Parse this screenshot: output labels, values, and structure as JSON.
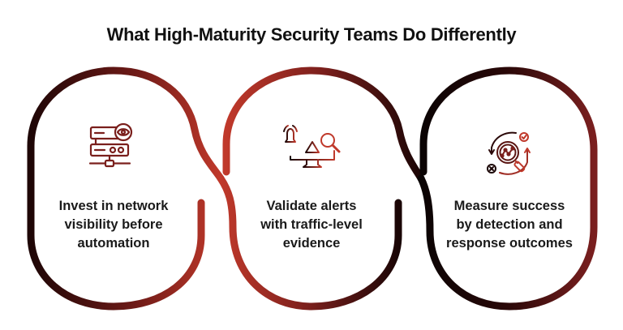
{
  "title": "What High-Maturity Security Teams Do Differently",
  "colors": {
    "dark": "#2a0808",
    "red": "#c0392b",
    "black": "#0d0606",
    "maroon": "#7a1f1f"
  },
  "steps": [
    {
      "icon": "server-eye-icon",
      "lines": [
        "Invest in network",
        "visibility before",
        "automation"
      ]
    },
    {
      "icon": "monitor-alert-search-icon",
      "lines": [
        "Validate alerts",
        "with traffic-level",
        "evidence"
      ]
    },
    {
      "icon": "analytics-cycle-icon",
      "lines": [
        "Measure success",
        "by detection and",
        "response outcomes"
      ]
    }
  ]
}
